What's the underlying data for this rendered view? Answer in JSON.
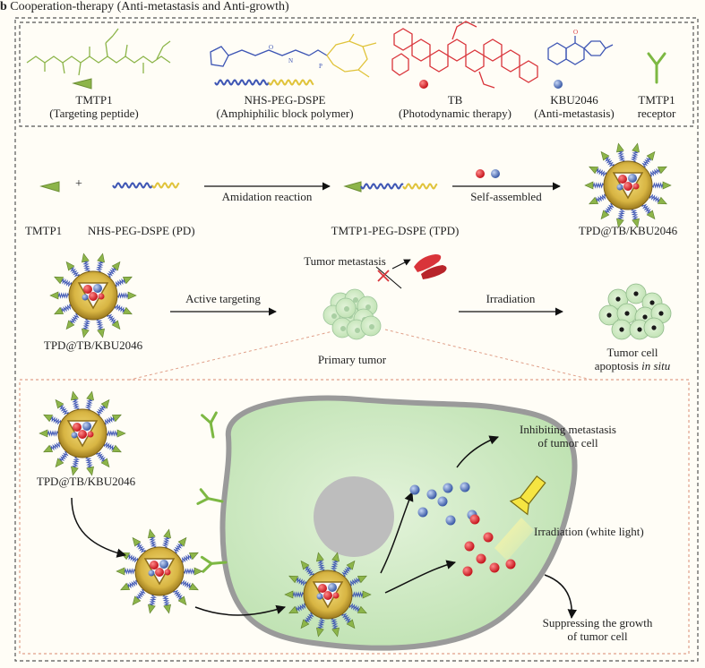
{
  "header": {
    "letter": "b",
    "title": "Cooperation-therapy (Anti-metastasis and Anti-growth)"
  },
  "legend": {
    "tmtp1": {
      "name": "TMTP1",
      "desc": "(Targeting peptide)"
    },
    "nhs": {
      "name": "NHS-PEG-DSPE",
      "desc": "(Amphiphilic block polymer)"
    },
    "tb": {
      "name": "TB",
      "desc": "(Photodynamic therapy)"
    },
    "kbu": {
      "name": "KBU2046",
      "desc": "(Anti-metastasis)"
    },
    "receptor": {
      "name": "TMTP1",
      "desc": "receptor"
    }
  },
  "synthesis": {
    "plus": "+",
    "tmtp1": "TMTP1",
    "pd": "NHS-PEG-DSPE (PD)",
    "amidation": "Amidation reaction",
    "tpd": "TMTP1-PEG-DSPE (TPD)",
    "self_assembled": "Self-assembled",
    "product": "TPD@TB/KBU2046"
  },
  "targeting": {
    "particle": "TPD@TB/KBU2046",
    "active": "Active targeting",
    "metastasis": "Tumor metastasis",
    "primary": "Primary tumor",
    "irradiation": "Irradiation",
    "apoptosis_a": "Tumor cell",
    "apoptosis_b": "apoptosis",
    "apoptosis_c": "in situ"
  },
  "cell": {
    "particle": "TPD@TB/KBU2046",
    "inhibit_a": "Inhibiting metastasis",
    "inhibit_b": "of tumor cell",
    "irradiation": "Irradiation (white light)",
    "suppress_a": "Suppressing the growth",
    "suppress_b": "of tumor cell"
  },
  "colors": {
    "peptide": "#8db54a",
    "peg": "#3d55b4",
    "dspe": "#e0c33a",
    "tb": "#d9343a",
    "kbu": "#4f72b8",
    "receptor": "#7db843",
    "cell": "#c7e6bd",
    "membrane": "#9a9a9a",
    "border": "#e0a08a"
  }
}
